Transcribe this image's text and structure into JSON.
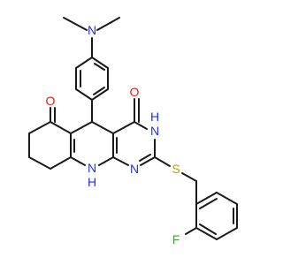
{
  "molecule": {
    "atoms": [
      {
        "id": "N_me2",
        "label": "N",
        "color": "#2233dd"
      },
      {
        "id": "O_ket",
        "label": "O",
        "color": "#dd2211"
      },
      {
        "id": "O_am",
        "label": "O",
        "color": "#dd2211"
      },
      {
        "id": "NH_3",
        "label": "H",
        "sub": "N",
        "color": "#2233dd"
      },
      {
        "id": "NH_10",
        "label": "H",
        "sub": "N",
        "color": "#2233dd"
      },
      {
        "id": "N_1",
        "label": "N",
        "color": "#2233dd"
      },
      {
        "id": "S",
        "label": "S",
        "color": "#b8a000"
      },
      {
        "id": "F",
        "label": "F",
        "color": "#33aa22"
      }
    ]
  }
}
